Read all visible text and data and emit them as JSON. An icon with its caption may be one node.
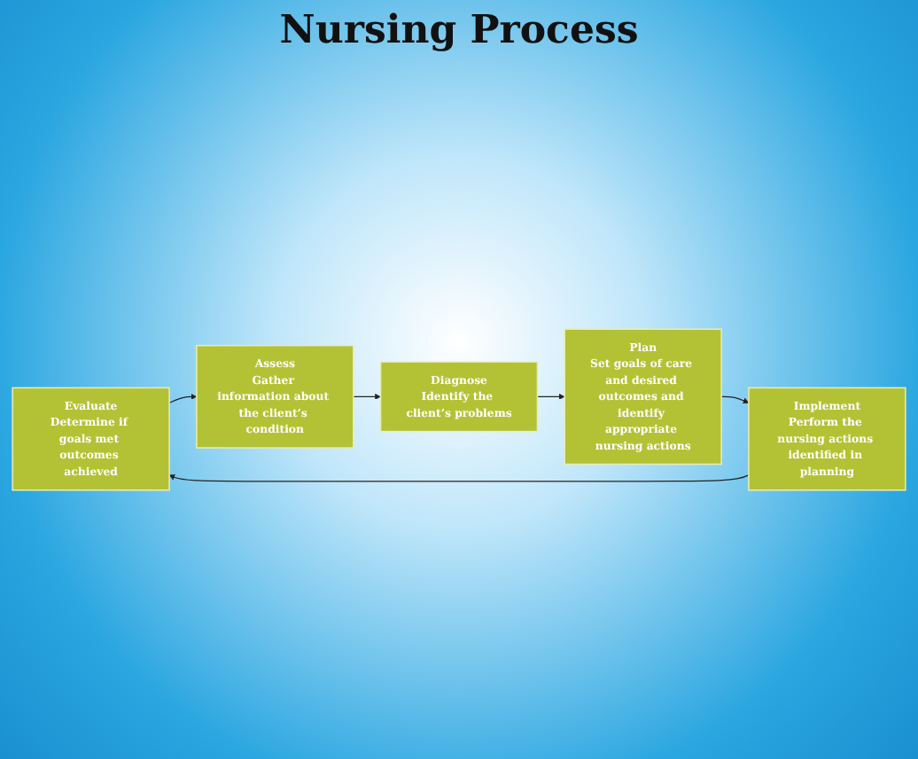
{
  "diagram": {
    "title": "Nursing Process",
    "nodes": [
      {
        "text": [
          "Evaluate",
          "Determine if goals met outcomes achieved"
        ]
      },
      {
        "text": [
          "Assess",
          "Gather information about the client’s condition"
        ]
      },
      {
        "text": [
          "Implement",
          "Perform the nursing actions identified in planning"
        ]
      },
      {
        "text": [
          "Diagnose",
          "Identify the client’s problems"
        ]
      },
      {
        "text": [
          "Plan",
          "Set goals of care and desired outcomes and identify appropriate nursing actions"
        ]
      }
    ],
    "edges": [
      {
        "from": 0,
        "to": 1,
        "arrow": "to"
      },
      {
        "from": 1,
        "to": 3,
        "arrow": "to"
      },
      {
        "from": 3,
        "to": 4,
        "arrow": "to"
      },
      {
        "from": 4,
        "to": 2,
        "arrow": "to"
      },
      {
        "from": 2,
        "to": 0,
        "arrow": "to"
      }
    ]
  }
}
